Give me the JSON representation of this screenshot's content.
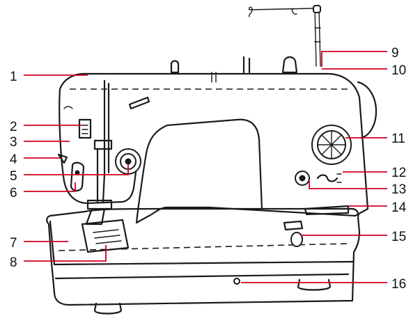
{
  "colors": {
    "outline": "#1a1a1a",
    "leader": "#d1001f",
    "background": "#ffffff"
  },
  "callouts": [
    {
      "id": 1,
      "label": "1"
    },
    {
      "id": 2,
      "label": "2"
    },
    {
      "id": 3,
      "label": "3"
    },
    {
      "id": 4,
      "label": "4"
    },
    {
      "id": 5,
      "label": "5"
    },
    {
      "id": 6,
      "label": "6"
    },
    {
      "id": 7,
      "label": "7"
    },
    {
      "id": 8,
      "label": "8"
    },
    {
      "id": 9,
      "label": "9"
    },
    {
      "id": 10,
      "label": "10"
    },
    {
      "id": 11,
      "label": "11"
    },
    {
      "id": 12,
      "label": "12"
    },
    {
      "id": 13,
      "label": "13"
    },
    {
      "id": 14,
      "label": "14"
    },
    {
      "id": 15,
      "label": "15"
    },
    {
      "id": 16,
      "label": "16"
    }
  ]
}
